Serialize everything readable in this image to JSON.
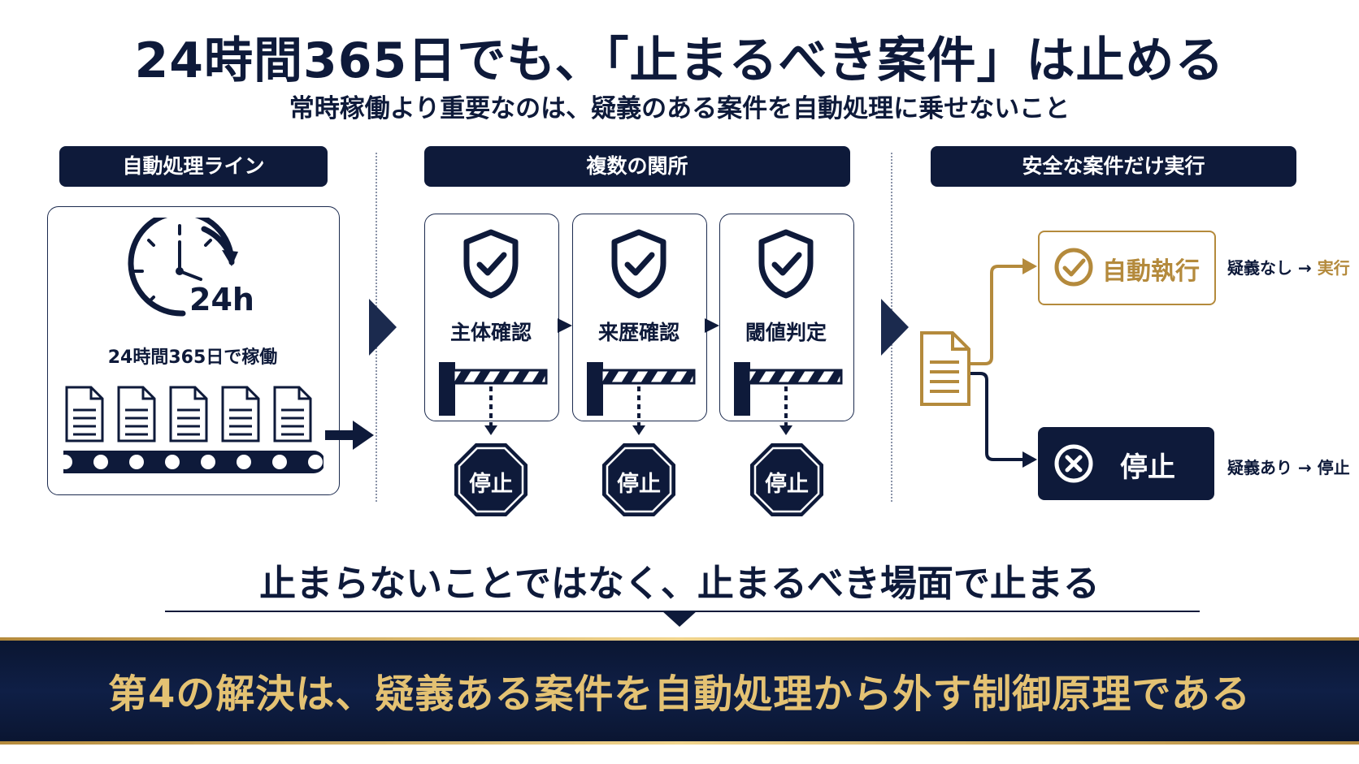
{
  "title": "24時間365日でも、「止まるべき案件」は止める",
  "subtitle": "常時稼働より重要なのは、疑義のある案件を自動処理に乗せないこと",
  "sections": {
    "left": {
      "header": "自動処理ライン",
      "clock_label": "24h",
      "caption": "24時間365日で稼働"
    },
    "middle": {
      "header": "複数の関所",
      "gates": [
        {
          "label": "主体確認",
          "stop": "停止"
        },
        {
          "label": "来歴確認",
          "stop": "停止"
        },
        {
          "label": "閾値判定",
          "stop": "停止"
        }
      ]
    },
    "right": {
      "header": "安全な案件だけ実行",
      "execute_label": "自動執行",
      "execute_note": {
        "condition": "疑義なし",
        "arrow": "→",
        "result": "実行"
      },
      "stop_label": "停止",
      "stop_note": {
        "condition": "疑義あり",
        "arrow": "→",
        "result": "停止"
      }
    }
  },
  "bottom_message": "止まらないことではなく、止まるべき場面で止まる",
  "conclusion": "第4の解決は、疑義ある案件を自動処理から外す制御原理である",
  "colors": {
    "navy": "#0e1a3a",
    "gold": "#b48a3c",
    "banner_text": "#e4c273"
  },
  "icons": [
    "clock-icon",
    "document-icon",
    "conveyor-icon",
    "shield-check-icon",
    "barrier-gate-icon",
    "stop-sign-icon",
    "check-circle-icon",
    "x-circle-icon",
    "chevron-right-icon"
  ]
}
